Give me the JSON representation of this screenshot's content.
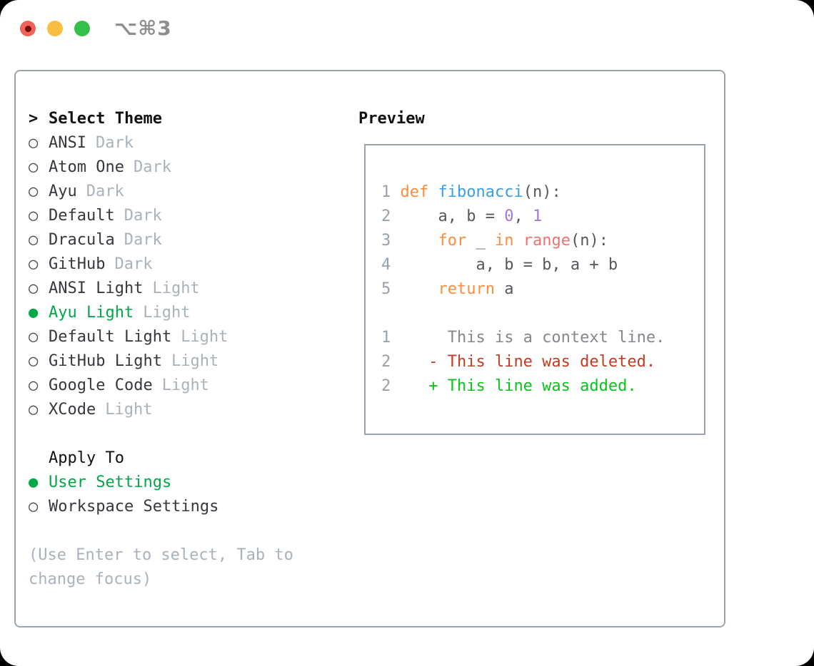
{
  "window": {
    "title": "⌥⌘3"
  },
  "colors": {
    "selection_green": "#00A848",
    "added_green": "#0CC21C",
    "deleted_red": "#C53A21",
    "keyword_orange": "#FA8D3E",
    "function_blue": "#399EE6",
    "number_purple": "#A37ACC",
    "call_coral": "#F07171",
    "code_plain": "#55595E",
    "line_number_gray": "#97A0A9",
    "context_gray": "#84888D",
    "muted_gray": "#A9B2BB",
    "text_dark": "#35383D",
    "heading_black": "#111111",
    "border_gray": "#9CA3AD",
    "title_gray": "#8E8E8E",
    "traffic_red": "#F0635A",
    "traffic_red_dot": "#750B05",
    "traffic_yellow": "#F8BC40",
    "traffic_green": "#33C048"
  },
  "theme_panel": {
    "heading_marker": ">",
    "heading": "Select Theme",
    "marker_selected": "●",
    "marker_unselected": "○",
    "themes": [
      {
        "name": "ANSI",
        "badge": "Dark",
        "selected": false
      },
      {
        "name": "Atom One",
        "badge": "Dark",
        "selected": false
      },
      {
        "name": "Ayu",
        "badge": "Dark",
        "selected": false
      },
      {
        "name": "Default",
        "badge": "Dark",
        "selected": false
      },
      {
        "name": "Dracula",
        "badge": "Dark",
        "selected": false
      },
      {
        "name": "GitHub",
        "badge": "Dark",
        "selected": false
      },
      {
        "name": "ANSI Light",
        "badge": "Light",
        "selected": false
      },
      {
        "name": "Ayu Light",
        "badge": "Light",
        "selected": true
      },
      {
        "name": "Default Light",
        "badge": "Light",
        "selected": false
      },
      {
        "name": "GitHub Light",
        "badge": "Light",
        "selected": false
      },
      {
        "name": "Google Code",
        "badge": "Light",
        "selected": false
      },
      {
        "name": "XCode",
        "badge": "Light",
        "selected": false
      }
    ],
    "apply_heading": "Apply To",
    "apply_options": [
      {
        "label": "User Settings",
        "selected": true
      },
      {
        "label": "Workspace Settings",
        "selected": false
      }
    ],
    "hint": "(Use Enter to select, Tab to change focus)"
  },
  "preview": {
    "heading": "Preview",
    "code_lines": [
      [
        {
          "t": "1",
          "c": "ln"
        },
        {
          "t": " ",
          "c": "pl"
        },
        {
          "t": "def",
          "c": "kw"
        },
        {
          "t": " ",
          "c": "pl"
        },
        {
          "t": "fibonacci",
          "c": "fn"
        },
        {
          "t": "(n):",
          "c": "pl"
        }
      ],
      [
        {
          "t": "2",
          "c": "ln"
        },
        {
          "t": "     a, b = ",
          "c": "pl"
        },
        {
          "t": "0",
          "c": "num"
        },
        {
          "t": ", ",
          "c": "pl"
        },
        {
          "t": "1",
          "c": "num"
        }
      ],
      [
        {
          "t": "3",
          "c": "ln"
        },
        {
          "t": "     ",
          "c": "pl"
        },
        {
          "t": "for",
          "c": "kw"
        },
        {
          "t": " _ ",
          "c": "pl"
        },
        {
          "t": "in",
          "c": "kw"
        },
        {
          "t": " ",
          "c": "pl"
        },
        {
          "t": "range",
          "c": "call"
        },
        {
          "t": "(n):",
          "c": "pl"
        }
      ],
      [
        {
          "t": "4",
          "c": "ln"
        },
        {
          "t": "         a, b = b, a + b",
          "c": "pl"
        }
      ],
      [
        {
          "t": "5",
          "c": "ln"
        },
        {
          "t": "     ",
          "c": "pl"
        },
        {
          "t": "return",
          "c": "kw"
        },
        {
          "t": " a",
          "c": "pl"
        }
      ],
      [],
      [
        {
          "t": "1",
          "c": "ln"
        },
        {
          "t": "      This is a context line.",
          "c": "ctx"
        }
      ],
      [
        {
          "t": "2",
          "c": "ln"
        },
        {
          "t": "    ",
          "c": "pl"
        },
        {
          "t": "- This line was deleted.",
          "c": "del"
        }
      ],
      [
        {
          "t": "2",
          "c": "ln"
        },
        {
          "t": "    ",
          "c": "pl"
        },
        {
          "t": "+ This line was added.",
          "c": "add"
        }
      ]
    ]
  }
}
